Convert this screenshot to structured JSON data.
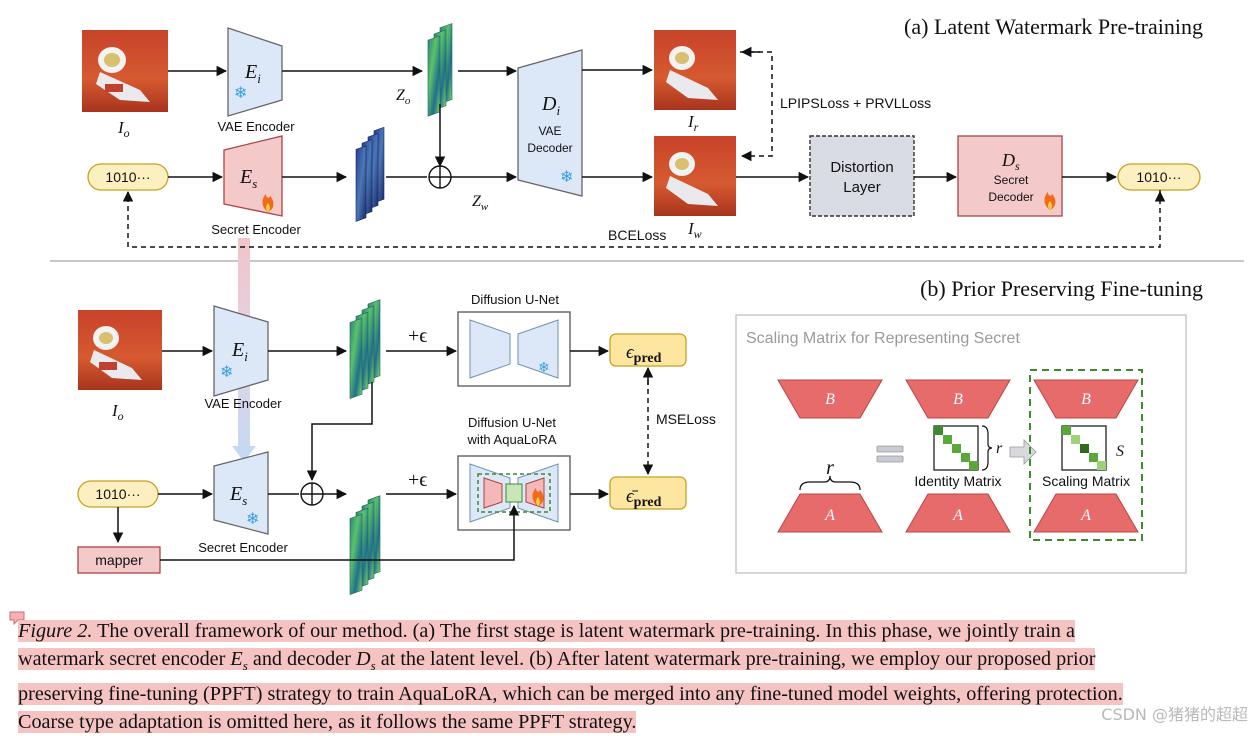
{
  "titles": {
    "stage_a": "(a) Latent Watermark Pre-training",
    "stage_b": "(b) Prior Preserving Fine-tuning"
  },
  "stage_a": {
    "input_image": "I",
    "input_image_sub": "o",
    "vae_encoder_symbol": "E",
    "vae_encoder_sub": "i",
    "vae_encoder_label": "VAE Encoder",
    "latent_symbol": "Z",
    "latent_sub": "o",
    "watermarked_latent_symbol": "Z",
    "watermarked_latent_sub": "w",
    "secret_bits": "1010···",
    "secret_encoder_symbol": "E",
    "secret_encoder_sub": "s",
    "secret_encoder_label": "Secret Encoder",
    "vae_decoder_symbol": "D",
    "vae_decoder_sub": "i",
    "vae_decoder_label_1": "VAE",
    "vae_decoder_label_2": "Decoder",
    "recon_symbol": "I",
    "recon_sub": "r",
    "wm_symbol": "I",
    "wm_sub": "w",
    "loss_perceptual": "LPIPSLoss + PRVLLoss",
    "loss_bce": "BCELoss",
    "distortion_label_1": "Distortion",
    "distortion_label_2": "Layer",
    "secret_decoder_symbol": "D",
    "secret_decoder_sub": "s",
    "secret_decoder_label_1": "Secret",
    "secret_decoder_label_2": "Decoder",
    "decoded_bits": "1010···"
  },
  "stage_b": {
    "input_image": "I",
    "input_image_sub": "o",
    "vae_encoder_symbol": "E",
    "vae_encoder_sub": "i",
    "vae_encoder_label": "VAE Encoder",
    "unet_label": "Diffusion U-Net",
    "noise_top": "+ϵ",
    "eps_pred": "ϵ",
    "eps_pred_sub": "pred",
    "mse_loss": "MSELoss",
    "unet_lora_label_1": "Diffusion U-Net",
    "unet_lora_label_2": "with AquaLoRA",
    "noise_bottom": "+ϵ",
    "eps_pred_bar": "ϵ̄",
    "eps_pred_bar_sub": "pred",
    "secret_bits": "1010···",
    "secret_encoder_symbol": "E",
    "secret_encoder_sub": "s",
    "secret_encoder_label": "Secret Encoder",
    "mapper_label": "mapper"
  },
  "scaling_panel": {
    "title": "Scaling Matrix for Representing Secret",
    "b_label": "B",
    "a_label": "A",
    "rank_label": "r",
    "identity_rank": "r",
    "identity_label": "Identity Matrix",
    "scaling_symbol": "S",
    "scaling_label": "Scaling Matrix"
  },
  "caption": {
    "fig_label": "Figure 2.",
    "line1": "The overall framework of our method. (a) The first stage is latent watermark pre-training. In this phase, we jointly train a",
    "line2_a": "watermark secret encoder",
    "es_symbol": "E",
    "es_sub": "s",
    "line2_b": "and decoder",
    "ds_symbol": "D",
    "ds_sub": "s",
    "line2_c": "at the latent level. (b) After latent watermark pre-training, we employ our proposed prior",
    "line3": "preserving fine-tuning (PPFT) strategy to train AquaLoRA, which can be merged into any fine-tuned model weights, offering protection.",
    "line4": "Coarse type adaptation is omitted here, as it follows the same PPFT strategy."
  },
  "watermark": "CSDN @猪猪的超超",
  "colors": {
    "encoder_blue": "#dce8f7",
    "secret_red": "#f4c9c9",
    "bits_yellow": "#fdf0c0",
    "distortion_gray": "#d9dde3",
    "lora_red": "#e86b6b",
    "highlight_pink": "#f6c3c3",
    "frame_green": "#3f8a2c"
  }
}
